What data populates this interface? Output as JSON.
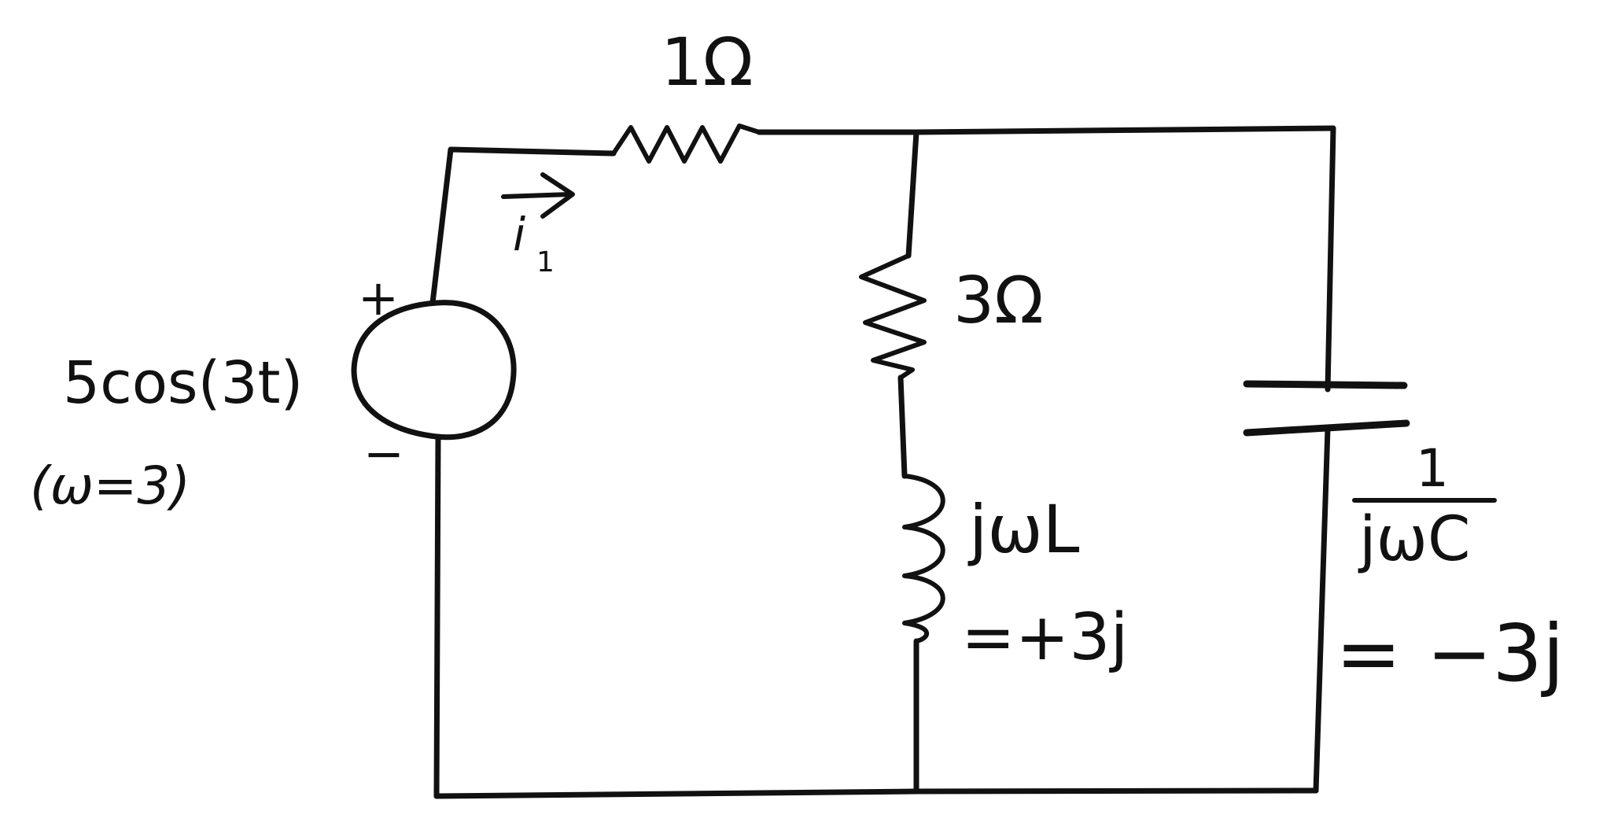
{
  "labels": {
    "r1": "1Ω",
    "r2": "3Ω",
    "source": "5cos(3t)",
    "omega": "(ω=3)",
    "current_label": "i",
    "current_sub": "1",
    "plus": "+",
    "minus": "−",
    "inductor": "jωL",
    "inductor_value": "=+3j",
    "cap_num": "1",
    "cap_den": "jωC",
    "cap_value": "= −3j"
  },
  "colors": {
    "ink": "#111111",
    "background": "#ffffff"
  }
}
